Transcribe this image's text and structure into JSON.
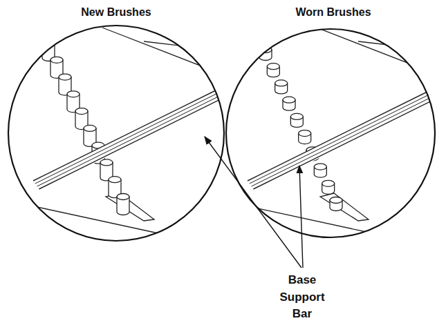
{
  "diagram": {
    "labels": [
      "New Brushes",
      "Worn Brushes",
      "Base Support Bar"
    ]
  }
}
